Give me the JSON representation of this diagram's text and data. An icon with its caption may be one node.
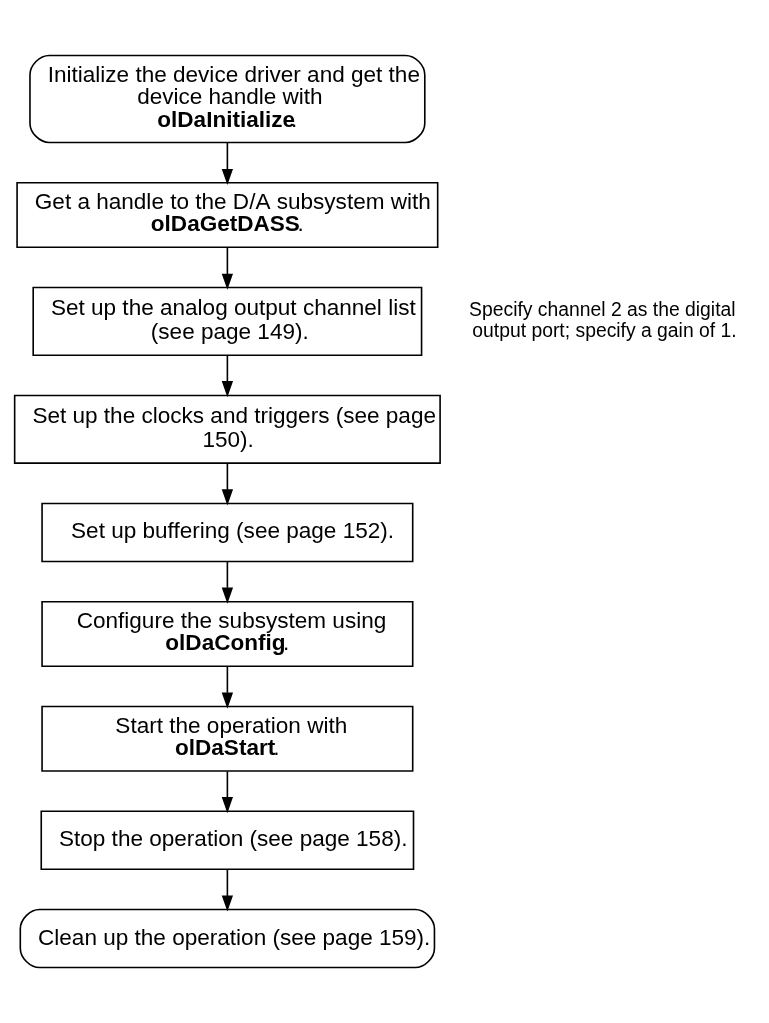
{
  "diagram": {
    "nodes": [
      {
        "text": [
          "Initialize the device driver and get the device handle with **olDaInitialize**."
        ]
      },
      {
        "text": [
          "Get a handle to the D/A subsystem with **olDaGetDASS**."
        ]
      },
      {
        "text": [
          "Set up the analog output channel list (see page 149)."
        ],
        "beside": [
          "Specify channel 2 as the digital output port; specify a gain of 1."
        ]
      },
      {
        "text": [
          "Set up the clocks and triggers (see page 150)."
        ]
      },
      {
        "text": [
          "Set up buffering (see page 152)."
        ]
      },
      {
        "text": [
          "Configure the subsystem using **olDaConfig**."
        ]
      },
      {
        "text": [
          "Start the operation with **olDaStart**."
        ]
      },
      {
        "text": [
          "Stop the operation (see page 158)."
        ]
      },
      {
        "text": [
          "Clean up the operation (see page 159)."
        ]
      }
    ],
    "edges": [
      {
        "from": 0,
        "to": 1,
        "arrow": "to"
      },
      {
        "from": 1,
        "to": 2,
        "arrow": "to"
      },
      {
        "from": 2,
        "to": 3,
        "arrow": "to"
      },
      {
        "from": 3,
        "to": 4,
        "arrow": "to"
      },
      {
        "from": 4,
        "to": 5,
        "arrow": "to"
      },
      {
        "from": 5,
        "to": 6,
        "arrow": "to"
      },
      {
        "from": 6,
        "to": 7,
        "arrow": "to"
      },
      {
        "from": 7,
        "to": 8,
        "arrow": "to"
      }
    ]
  }
}
